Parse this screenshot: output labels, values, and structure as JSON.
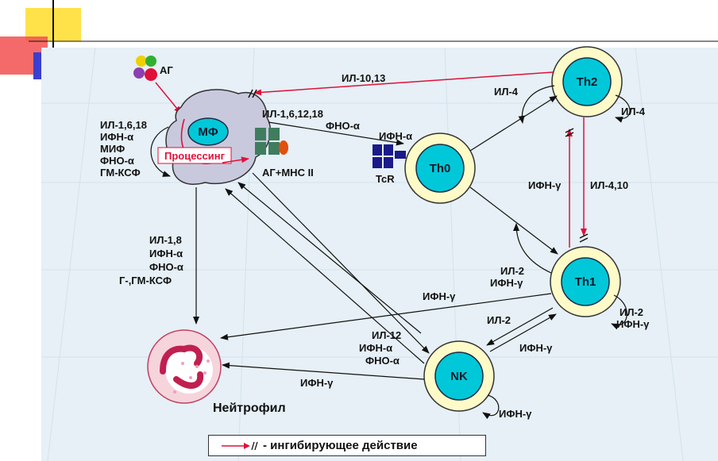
{
  "nodes": {
    "macrophage": "МФ",
    "processing": "Процессинг",
    "antigen": "АГ",
    "ag_mhc": "АГ+МНС II",
    "tcr": "TcR",
    "th0": "Th0",
    "th1": "Th1",
    "th2": "Th2",
    "nk": "NK",
    "neutrophil": "Нейтрофил"
  },
  "labels": {
    "mf_self": [
      "ИЛ-1,6,18",
      "ИФН-α",
      "МИФ",
      "ФНО-α",
      "ГМ-КСФ"
    ],
    "mf_to_th0": [
      "ИЛ-1,6,12,18",
      "ФНО-α"
    ],
    "ifn_alpha_th0": "ИФН-α",
    "th2_to_mf": "ИЛ-10,13",
    "th2_to_th0": "ИЛ-4",
    "th2_self": "ИЛ-4",
    "th1_to_th2": "ИФН-γ",
    "th2_to_th1": "ИЛ-4,10",
    "th0_th1": [
      "ИЛ-2",
      "ИФН-γ"
    ],
    "th1_self": [
      "ИЛ-2",
      "ИФН-γ"
    ],
    "th1_to_nk": "ИЛ-2",
    "nk_to_th1": "ИФН-γ",
    "nk_self": "ИФН-γ",
    "mf_to_neutrophil": [
      "ИЛ-1,8",
      "ИФН-α",
      "ФНО-α",
      "Г-,ГМ-КСФ"
    ],
    "th1_to_mf": "ИФН-γ",
    "mf_to_nk": [
      "ИЛ-12",
      "ИФН-α",
      "ФНО-α"
    ],
    "nk_to_neutrophil": "ИФН-γ"
  },
  "legend": {
    "text": "- ингибирующее действие"
  },
  "colors": {
    "cell_outer": "#fffbc8",
    "cell_inner": "#00c8d8",
    "macrophage_body": "#c9c9de",
    "inhibitory_arrow": "#e0103a",
    "receptor": "#1a1a8a",
    "mhc": "#3f7d5e"
  }
}
